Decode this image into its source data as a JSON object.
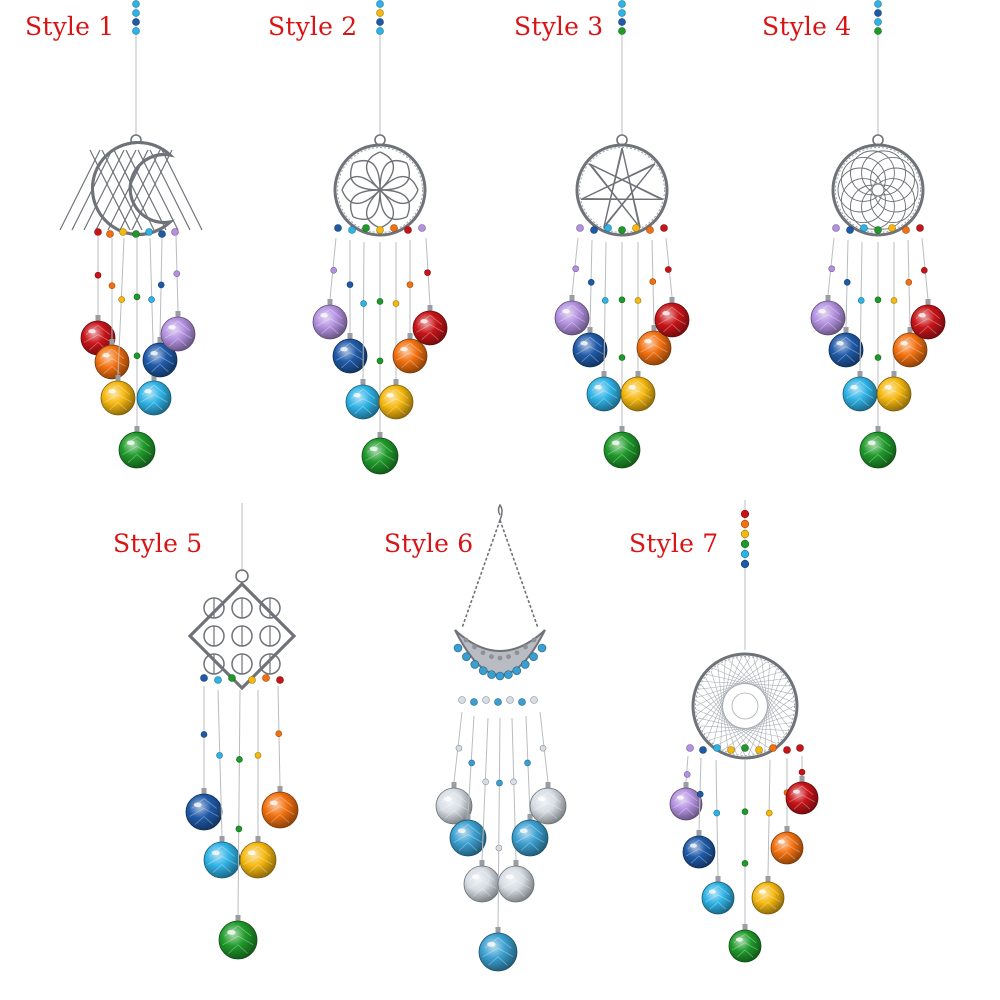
{
  "labels": {
    "style_1": "Style 1",
    "style_2": "Style 2",
    "style_3": "Style 3",
    "style_4": "Style 4",
    "style_5": "Style 5",
    "style_6": "Style 6",
    "style_7": "Style 7"
  },
  "colors": {
    "label": "#d81414",
    "metal": "#6f7278",
    "wire": "#b9bcc0",
    "red": "#c81419",
    "orange": "#f2700f",
    "yellow": "#f5b80f",
    "green": "#1f9a2a",
    "blue": "#1f5aa8",
    "sky": "#2fb3e6",
    "violet": "#b391e0",
    "clear": "#d6dde4",
    "turquoise": "#3a9fd0"
  }
}
